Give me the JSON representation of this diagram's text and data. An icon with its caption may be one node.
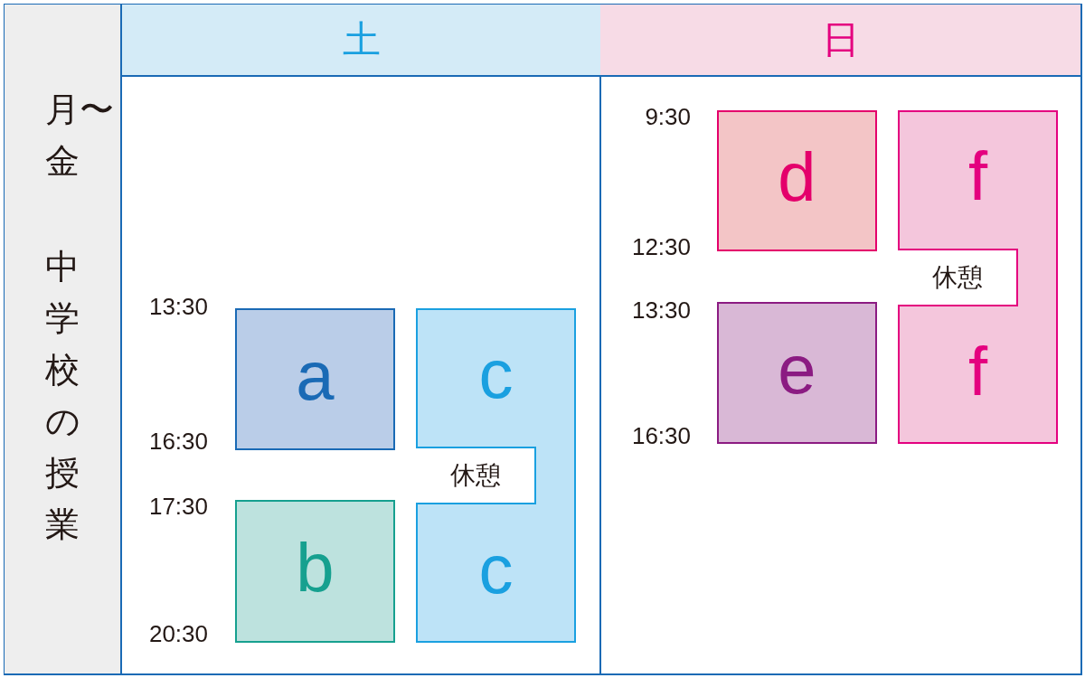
{
  "diagram": {
    "nodes": [
      {
        "text": [
          "月〜金",
          "中学校の授業"
        ]
      },
      {
        "text": [
          "土"
        ]
      },
      {
        "text": [
          "日"
        ]
      },
      {
        "text": [
          "a"
        ]
      },
      {
        "text": [
          "b"
        ]
      },
      {
        "text": [
          "c",
          "休憩",
          "c"
        ]
      },
      {
        "text": [
          "d"
        ]
      },
      {
        "text": [
          "e"
        ]
      },
      {
        "text": [
          "f",
          "休憩",
          "f"
        ]
      }
    ],
    "labels": [
      "13:30",
      "16:30",
      "17:30",
      "20:30",
      "9:30",
      "12:30",
      "13:30",
      "16:30"
    ]
  }
}
